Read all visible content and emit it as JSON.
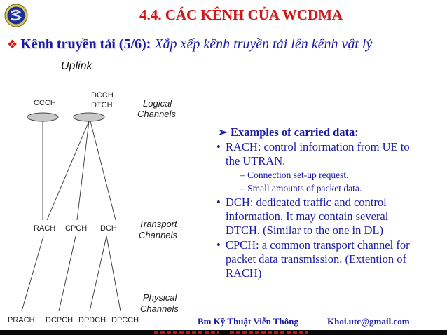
{
  "header": {
    "logo_icon": "university-emblem-icon",
    "title": "4.4. CÁC KÊNH CỦA WCDMA"
  },
  "subtitle": {
    "bullet_icon": "diamond-bullet-icon",
    "bold": "Kênh truyền tải (5/6):",
    "italic": "Xắp xếp kênh truyền tải lên kênh vật lý"
  },
  "diagram": {
    "title": "Uplink",
    "layers": {
      "logical": [
        "Logical",
        "Channels"
      ],
      "transport": [
        "Transport",
        "Channels"
      ],
      "physical": [
        "Physical",
        "Channels"
      ]
    },
    "logical_channels": {
      "ccch": "CCCH",
      "dcch": "DCCH",
      "dtch": "DTCH"
    },
    "transport_channels": [
      "RACH",
      "CPCH",
      "DCH"
    ],
    "physical_channels": [
      "PRACH",
      "DCPCH",
      "DPDCH",
      "DPCCH"
    ],
    "ellipse_fill": "#c8c8c8"
  },
  "content": {
    "heading_marker": "➢",
    "heading": "Examples of carried data:",
    "bullet_marker": "•",
    "sub_marker": "–",
    "rach": {
      "lines": [
        "RACH: control information from UE to",
        "the UTRAN."
      ],
      "subs": [
        "Connection set-up request.",
        "Small amounts of packet data."
      ]
    },
    "dch": {
      "lines": [
        "DCH: dedicated traffic and control",
        "information. It may contain several",
        "DTCH. (Similar to the one in DL)"
      ]
    },
    "cpch": {
      "lines": [
        "CPCH: a common transport channel for",
        "packet data transmission. (Extention of",
        "RACH)"
      ]
    }
  },
  "footer": {
    "department": "Bm Kỹ Thuật Viễn Thông",
    "email": "Khoi.utc@gmail.com"
  },
  "colors": {
    "title_red": "#d01818",
    "text_blue": "#1a1aa6",
    "bar_black": "#0a0a0a"
  }
}
